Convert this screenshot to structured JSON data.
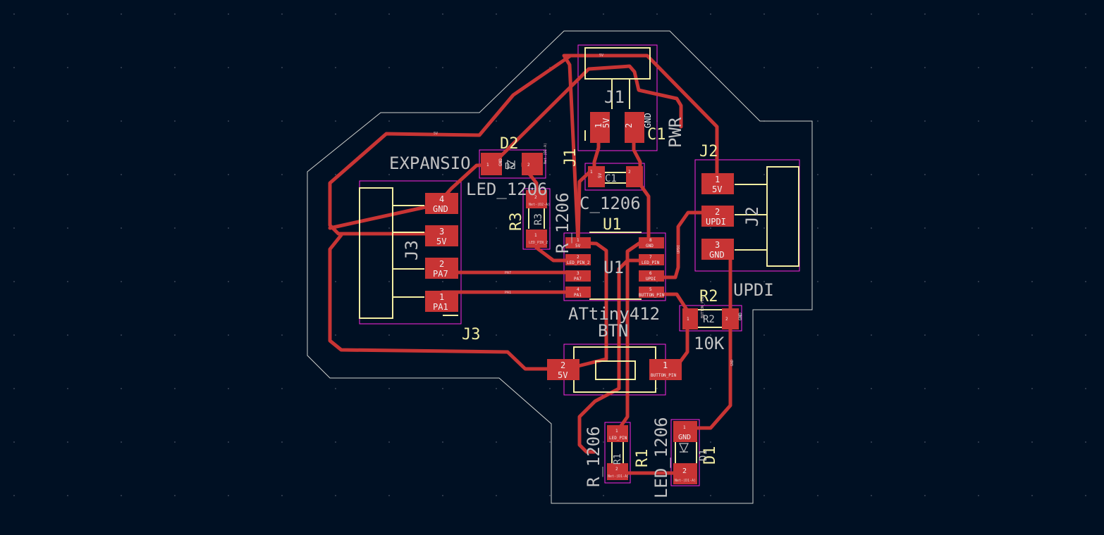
{
  "board": {
    "colors": {
      "background": "#001023",
      "trace": "#c83434",
      "silkscreen": "#f2eda1",
      "courtyard": "#ff26e2",
      "fab_text": "#c2c2c2",
      "edge_cuts": "#d0d2cd"
    },
    "icons": [
      "diode-symbol-icon"
    ]
  },
  "components": {
    "j1": {
      "ref": "J1",
      "value": "PWR",
      "pads": [
        {
          "num": "1",
          "net": "5V"
        },
        {
          "num": "2",
          "net": "GND"
        }
      ]
    },
    "c1": {
      "ref": "C1",
      "fab_ref": "C1",
      "value": "C_1206",
      "pads": [
        {
          "num": "1",
          "net": "5V"
        },
        {
          "num": "2",
          "net": ""
        }
      ]
    },
    "j1_alt": {
      "ref": "J1"
    },
    "d2": {
      "ref": "D2",
      "fab_ref": "D2",
      "value": "LED_1206",
      "pads": [
        {
          "num": "1",
          "net": "GND"
        },
        {
          "num": "2",
          "net": "Net-(D1-A)"
        }
      ]
    },
    "r3": {
      "ref": "R3",
      "fab_ref": "R3",
      "value": "R_1206",
      "pads": [
        {
          "num": "2",
          "net": "Net-(D2-A)"
        },
        {
          "num": "1",
          "net": "LED_PIN_2"
        }
      ]
    },
    "j3": {
      "ref": "J3",
      "fab_ref": "J3",
      "value": "EXPANSIO",
      "pads": [
        {
          "num": "4",
          "net": "GND"
        },
        {
          "num": "3",
          "net": "5V"
        },
        {
          "num": "2",
          "net": "PA7"
        },
        {
          "num": "1",
          "net": "PA1"
        }
      ]
    },
    "u1": {
      "ref": "U1",
      "fab_ref": "U1",
      "value": "ATtiny412",
      "pads_left": [
        {
          "num": "1",
          "net": "5V"
        },
        {
          "num": "2",
          "net": "LED_PIN_2"
        },
        {
          "num": "3",
          "net": "PA7"
        },
        {
          "num": "4",
          "net": "PA1"
        }
      ],
      "pads_right": [
        {
          "num": "8",
          "net": "GND"
        },
        {
          "num": "7",
          "net": "LED_PIN"
        },
        {
          "num": "6",
          "net": "UPDI"
        },
        {
          "num": "5",
          "net": "BUTTON_PIN"
        }
      ]
    },
    "j2": {
      "ref": "J2",
      "fab_ref": "J2",
      "value": "UPDI",
      "pads": [
        {
          "num": "1",
          "net": "5V"
        },
        {
          "num": "2",
          "net": "UPDI"
        },
        {
          "num": "3",
          "net": "GND"
        }
      ]
    },
    "r2": {
      "ref": "R2",
      "fab_ref": "R2",
      "value": "10K",
      "pads": [
        {
          "num": "1",
          "net": "BUTTON_PIN"
        },
        {
          "num": "2",
          "net": "GND"
        }
      ]
    },
    "btn": {
      "value": "BTN",
      "pads": [
        {
          "num": "2",
          "net": "5V"
        },
        {
          "num": "1",
          "net": "BUTTON_PIN"
        }
      ]
    },
    "r1": {
      "ref": "R1",
      "fab_ref": "R1",
      "value": "R_1206",
      "pads": [
        {
          "num": "1",
          "net": "LED_PIN"
        },
        {
          "num": "2",
          "net": "Net-(D1-A)"
        }
      ]
    },
    "d1": {
      "ref": "D1",
      "fab_ref": "D1",
      "value": "LED_1206",
      "pads": [
        {
          "num": "1",
          "net": "GND"
        },
        {
          "num": "2",
          "net": "Net-(D1-A)"
        }
      ]
    }
  },
  "trace_nets": {
    "five_v": "5V",
    "gnd": "GND",
    "pa7": "PA7",
    "pa1": "PA1",
    "updi": "UPDI"
  }
}
